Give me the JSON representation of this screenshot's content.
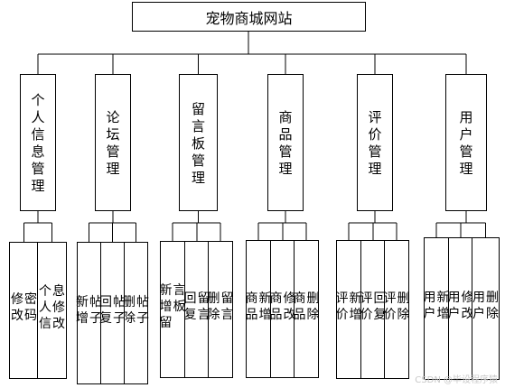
{
  "title": "宠物商城网站",
  "categories": [
    {
      "label": "个人信息管理",
      "children": [
        "修改密码",
        "个人信息修改"
      ]
    },
    {
      "label": "论坛管理",
      "children": [
        "新增帖子",
        "回复帖子",
        "删除帖子"
      ]
    },
    {
      "label": "留言板管理",
      "children": [
        "新增留言板",
        "回复留言",
        "删除留言"
      ]
    },
    {
      "label": "商品管理",
      "children": [
        "商品新增",
        "商品修改",
        "商品删除"
      ]
    },
    {
      "label": "评价管理",
      "children": [
        "评价新增",
        "评价回复",
        "评价删除"
      ]
    },
    {
      "label": "用户管理",
      "children": [
        "用户新增",
        "用户修改",
        "用户删除"
      ]
    }
  ],
  "watermark": "CSDN @毕设程序猿"
}
